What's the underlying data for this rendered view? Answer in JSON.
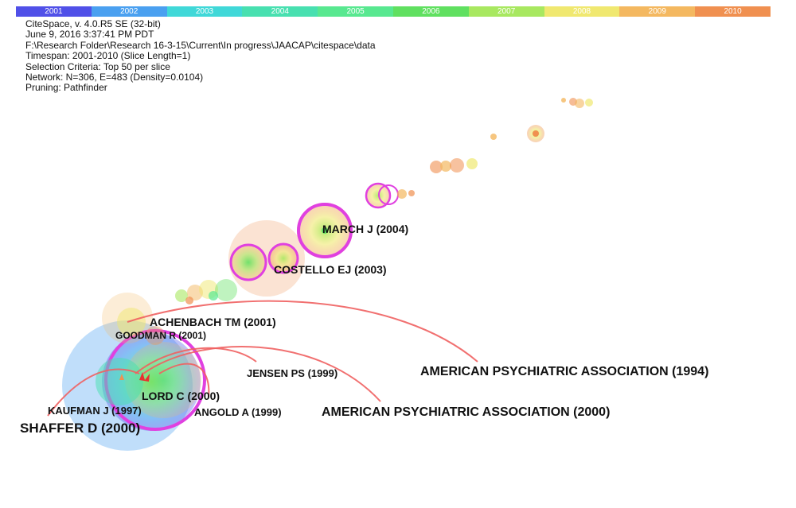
{
  "timeline": {
    "years": [
      "2001",
      "2002",
      "2003",
      "2004",
      "2005",
      "2006",
      "2007",
      "2008",
      "2009",
      "2010"
    ],
    "colors": [
      "#5050e8",
      "#4aa0f0",
      "#40d8d8",
      "#48e0b0",
      "#58e890",
      "#60e060",
      "#a8e860",
      "#f0e870",
      "#f4b860",
      "#f09050"
    ]
  },
  "info": {
    "version": "CiteSpace, v. 4.0.R5 SE (32-bit)",
    "date": "June 9, 2016 3:37:41 PM PDT",
    "path": "F:\\Research Folder\\Research 16-3-15\\Current\\In progress\\JAACAP\\citespace\\data",
    "timespan": "Timespan: 2001-2010 (Slice Length=1)",
    "selection": "Selection Criteria: Top 50 per slice",
    "network": "Network: N=306, E=483 (Density=0.0104)",
    "pruning": "Pruning: Pathfinder"
  },
  "labels": {
    "march": "MARCH J (2004)",
    "costello": "COSTELLO EJ (2003)",
    "achenbach": "ACHENBACH TM (2001)",
    "goodman": "GOODMAN R (2001)",
    "jensen": "JENSEN PS (1999)",
    "apa1994": "AMERICAN PSYCHIATRIC ASSOCIATION (1994)",
    "lord": "LORD C (2000)",
    "kaufman": "KAUFMAN J (1997)",
    "angold": "ANGOLD A (1999)",
    "apa2000": "AMERICAN PSYCHIATRIC ASSOCIATION (2000)",
    "shaffer": "SHAFFER D (2000)"
  }
}
